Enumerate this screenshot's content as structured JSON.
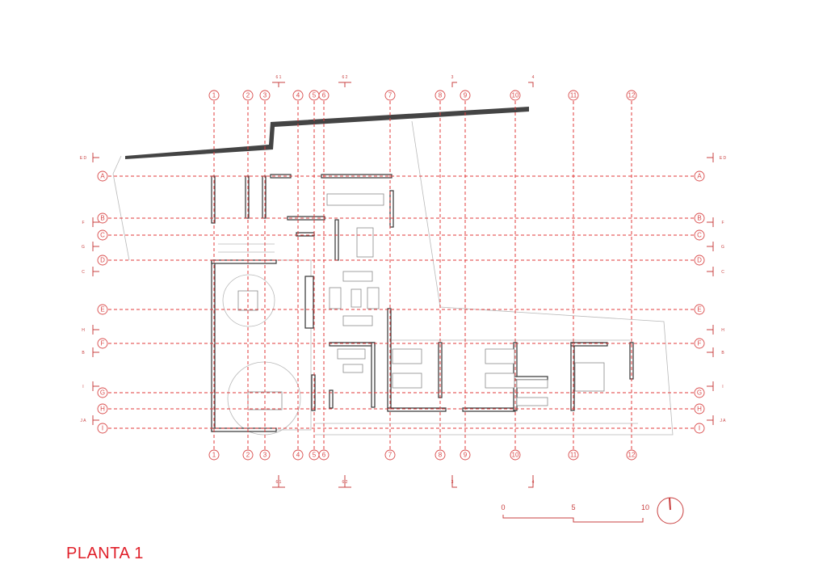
{
  "title": "PLANTA 1",
  "colors": {
    "grid": "#e23b3b",
    "title": "#e0202a",
    "walls": "#333333",
    "light_lines": "#b9b9b9"
  },
  "grid": {
    "columns": [
      "1",
      "2",
      "3",
      "4",
      "5",
      "6",
      "7",
      "8",
      "9",
      "10",
      "11",
      "12"
    ],
    "rows": [
      "A",
      "B",
      "C",
      "D",
      "E",
      "F",
      "G",
      "H",
      "I"
    ]
  },
  "section_marks": {
    "vertical": [
      "6 1",
      "6 2",
      "3",
      "4"
    ],
    "horizontal": [
      "E D",
      "F",
      "G",
      "C",
      "H",
      "B",
      "I",
      "J A"
    ]
  },
  "scale_bar": {
    "labels": [
      "0",
      "5",
      "10"
    ]
  },
  "north_arrow": "north-arrow-icon"
}
